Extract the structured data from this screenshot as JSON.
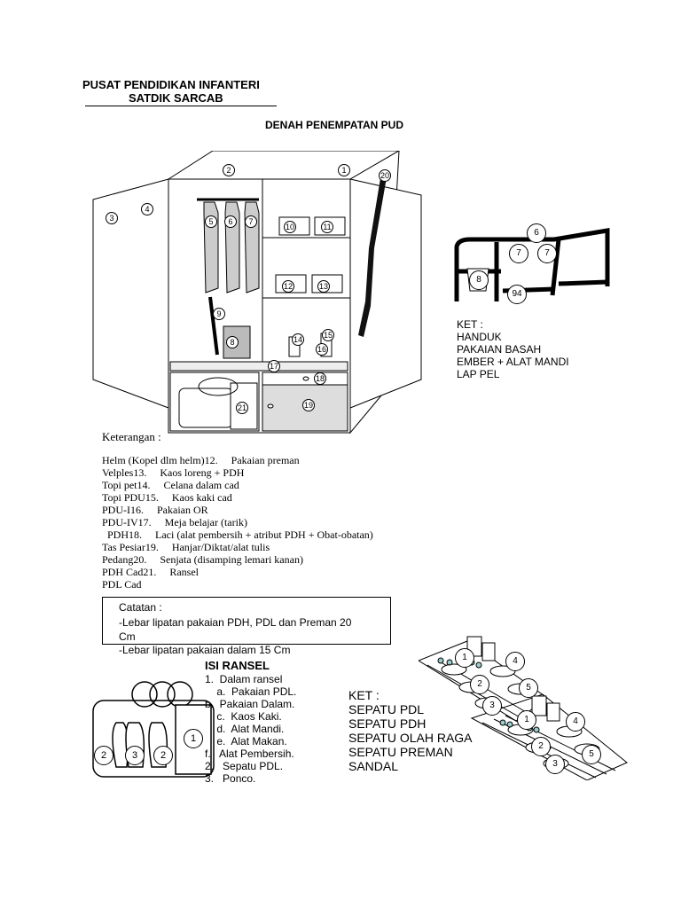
{
  "header": {
    "org_line1": "PUSAT PENDIDIKAN INFANTERI",
    "org_line2": "SATDIK SARCAB",
    "title": "DENAH PENEMPATAN PUD"
  },
  "cabinet_markers": [
    "1",
    "2",
    "3",
    "4",
    "5",
    "6",
    "7",
    "8",
    "9",
    "10",
    "11",
    "12",
    "13",
    "14",
    "15",
    "16",
    "17",
    "18",
    "19",
    "20",
    "21"
  ],
  "rack": {
    "markers": [
      "6",
      "7",
      "7",
      "8",
      "94"
    ],
    "ket_title": "KET :",
    "ket_items": [
      "HANDUK",
      "PAKAIAN BASAH",
      "EMBER + ALAT MANDI",
      "LAP PEL"
    ]
  },
  "legend": {
    "title": "Keterangan :",
    "lines": [
      "Helm (Kopel dlm helm)12.     Pakaian preman",
      "Velples13.     Kaos loreng + PDH",
      "Topi pet14.     Celana dalam cad",
      "Topi PDU15.     Kaos kaki cad",
      "PDU-I16.     Pakaian OR",
      "PDU-IV17.     Meja belajar (tarik)",
      "  PDH18.     Laci (alat pembersih + atribut PDH + Obat-obatan)",
      "Tas Pesiar19.     Hanjar/Diktat/alat tulis",
      "Pedang20.     Senjata (disamping lemari kanan)",
      "PDH Cad21.     Ransel",
      "PDL Cad"
    ]
  },
  "catatan": {
    "title": "Catatan :",
    "line1a": "-Lebar lipatan pakaian PDH, PDL dan Preman 20",
    "line1b": "Cm",
    "line2": "-Lebar lipatan pakaian dalam 15 Cm"
  },
  "ransel": {
    "title": "ISI RANSEL",
    "items": [
      "1.  Dalam ransel",
      "    a.  Pakaian PDL.",
      "b.  Pakaian Dalam.",
      "    c.  Kaos Kaki.",
      "    d.  Alat Mandi.",
      "    e.  Alat Makan.",
      "f.   Alat Pembersih.",
      "2.   Sepatu PDL.",
      "3.   Ponco."
    ],
    "markers": [
      "1",
      "2",
      "3",
      "2"
    ]
  },
  "shoes": {
    "ket_title": "KET :",
    "ket_items": [
      "SEPATU PDL",
      "SEPATU PDH",
      "SEPATU OLAH RAGA",
      "SEPATU PREMAN",
      "SANDAL"
    ],
    "markers_top": [
      "1",
      "4",
      "2",
      "5",
      "3"
    ],
    "markers_bottom": [
      "1",
      "4",
      "2",
      "5",
      "3"
    ]
  }
}
